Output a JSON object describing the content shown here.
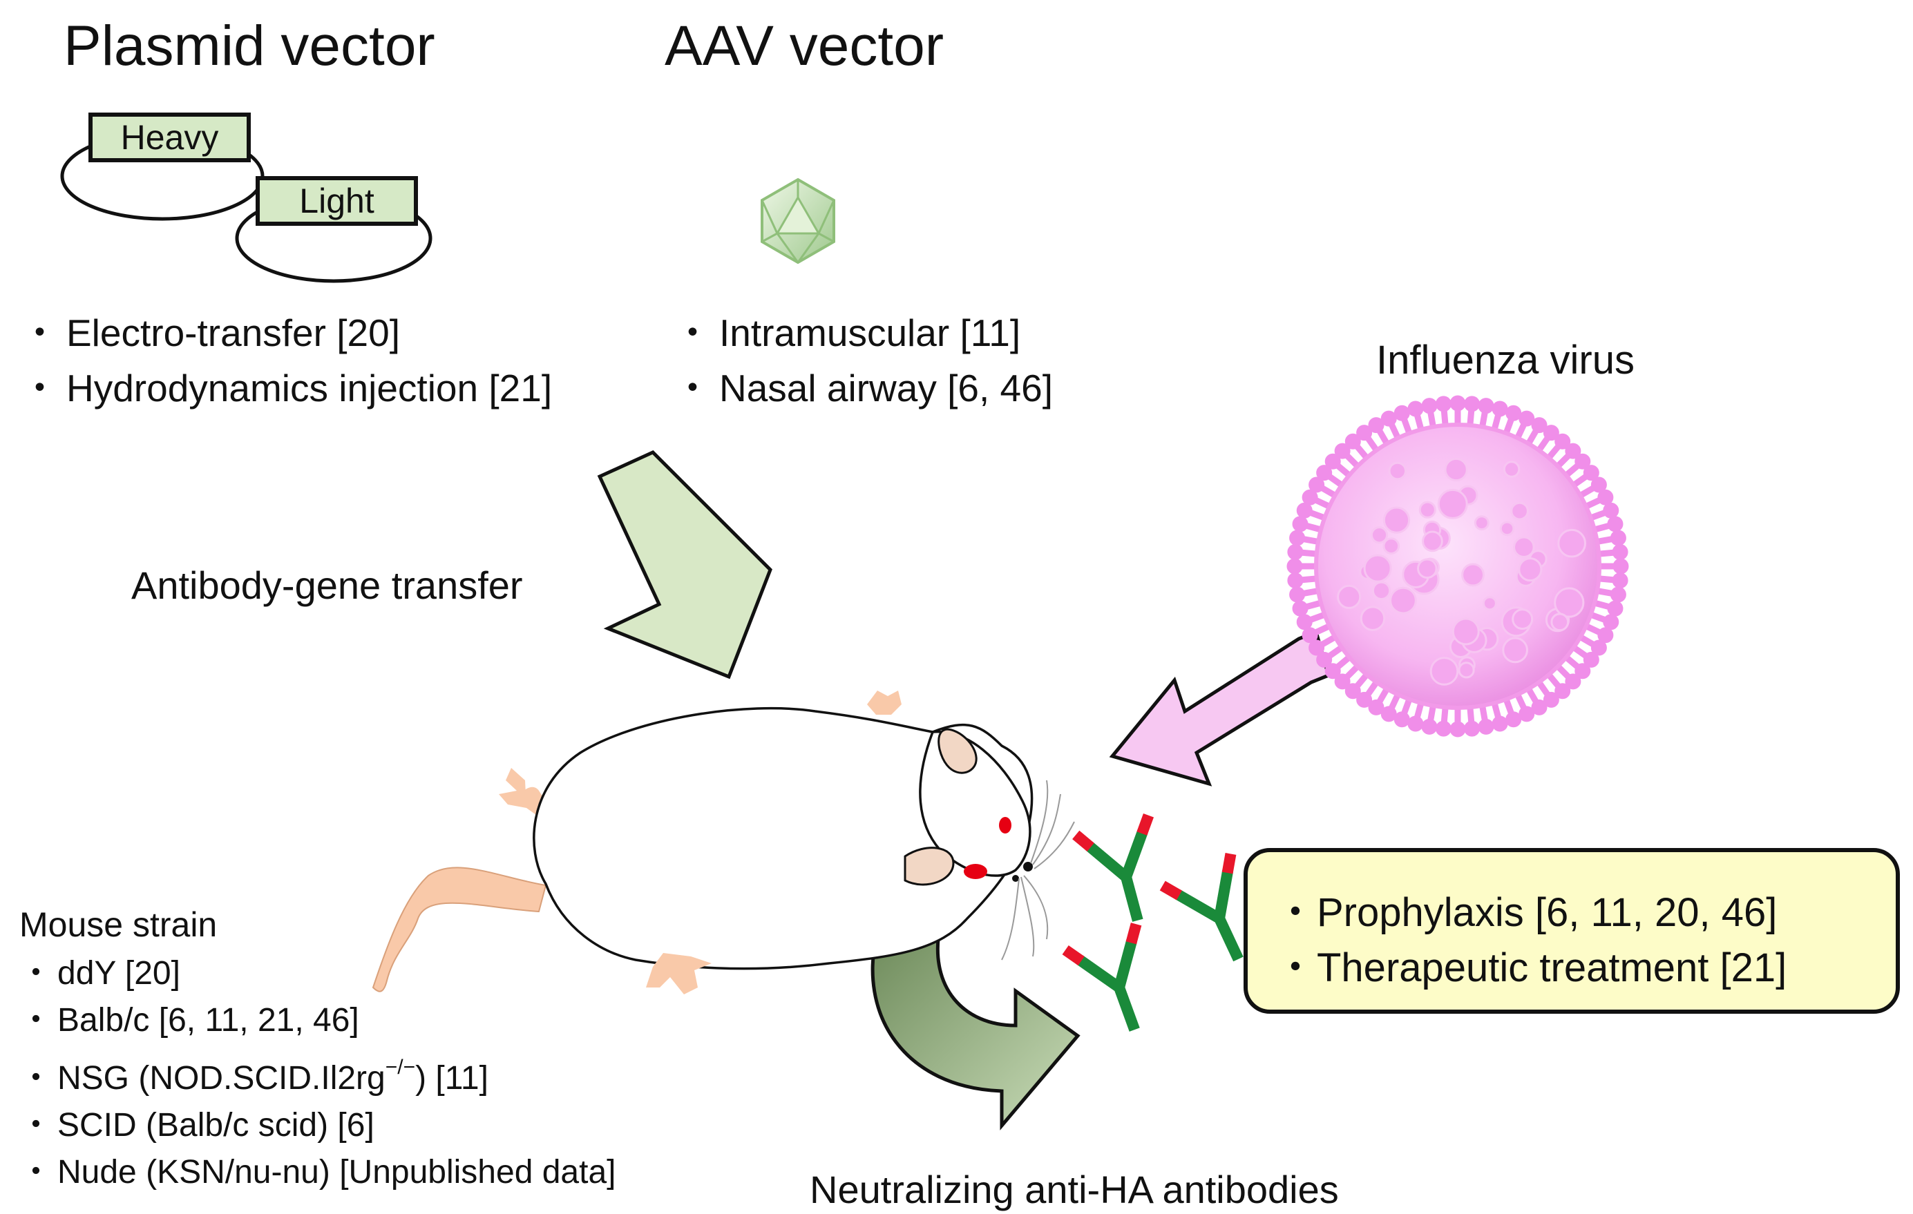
{
  "plasmid": {
    "title": "Plasmid vector",
    "heavy_label": "Heavy",
    "light_label": "Light",
    "routes": [
      "Electro-transfer [20]",
      "Hydrodynamics injection [21]"
    ]
  },
  "aav": {
    "title": "AAV vector",
    "routes": [
      "Intramuscular [11]",
      "Nasal airway [6, 46]"
    ]
  },
  "bullet": "・",
  "transfer_label": "Antibody-gene transfer",
  "virus_label": "Influenza virus",
  "mouse_strain": {
    "title": "Mouse strain",
    "items": [
      "ddY [20]",
      "Balb/c [6, 11, 21, 46]",
      "NSG (NOD.SCID.Il2rg",
      "SCID (Balb/c scid) [6]",
      "Nude (KSN/nu-nu) [Unpublished data]"
    ],
    "nsg_sup": "−/−",
    "nsg_tail": ") [11]"
  },
  "outcomes": [
    "Prophylaxis [6, 11, 20, 46]",
    "Therapeutic treatment [21]"
  ],
  "antibodies_label": "Neutralizing anti-HA antibodies",
  "colors": {
    "box_fill": "#d6e9c6",
    "arrow_green": "#d8e8c6",
    "arrow_pink": "#f7c8f2",
    "virus": "#f4a3ee",
    "antibody_green": "#1a8a3a",
    "antibody_red": "#e8162a",
    "outcome_fill": "#fdfcc8",
    "mouse_pink": "#f9c9a9"
  },
  "icons": [
    "plasmid-ring-icon",
    "aav-capsid-icon",
    "mouse-illustration",
    "influenza-virus-icon",
    "antibody-icon"
  ]
}
